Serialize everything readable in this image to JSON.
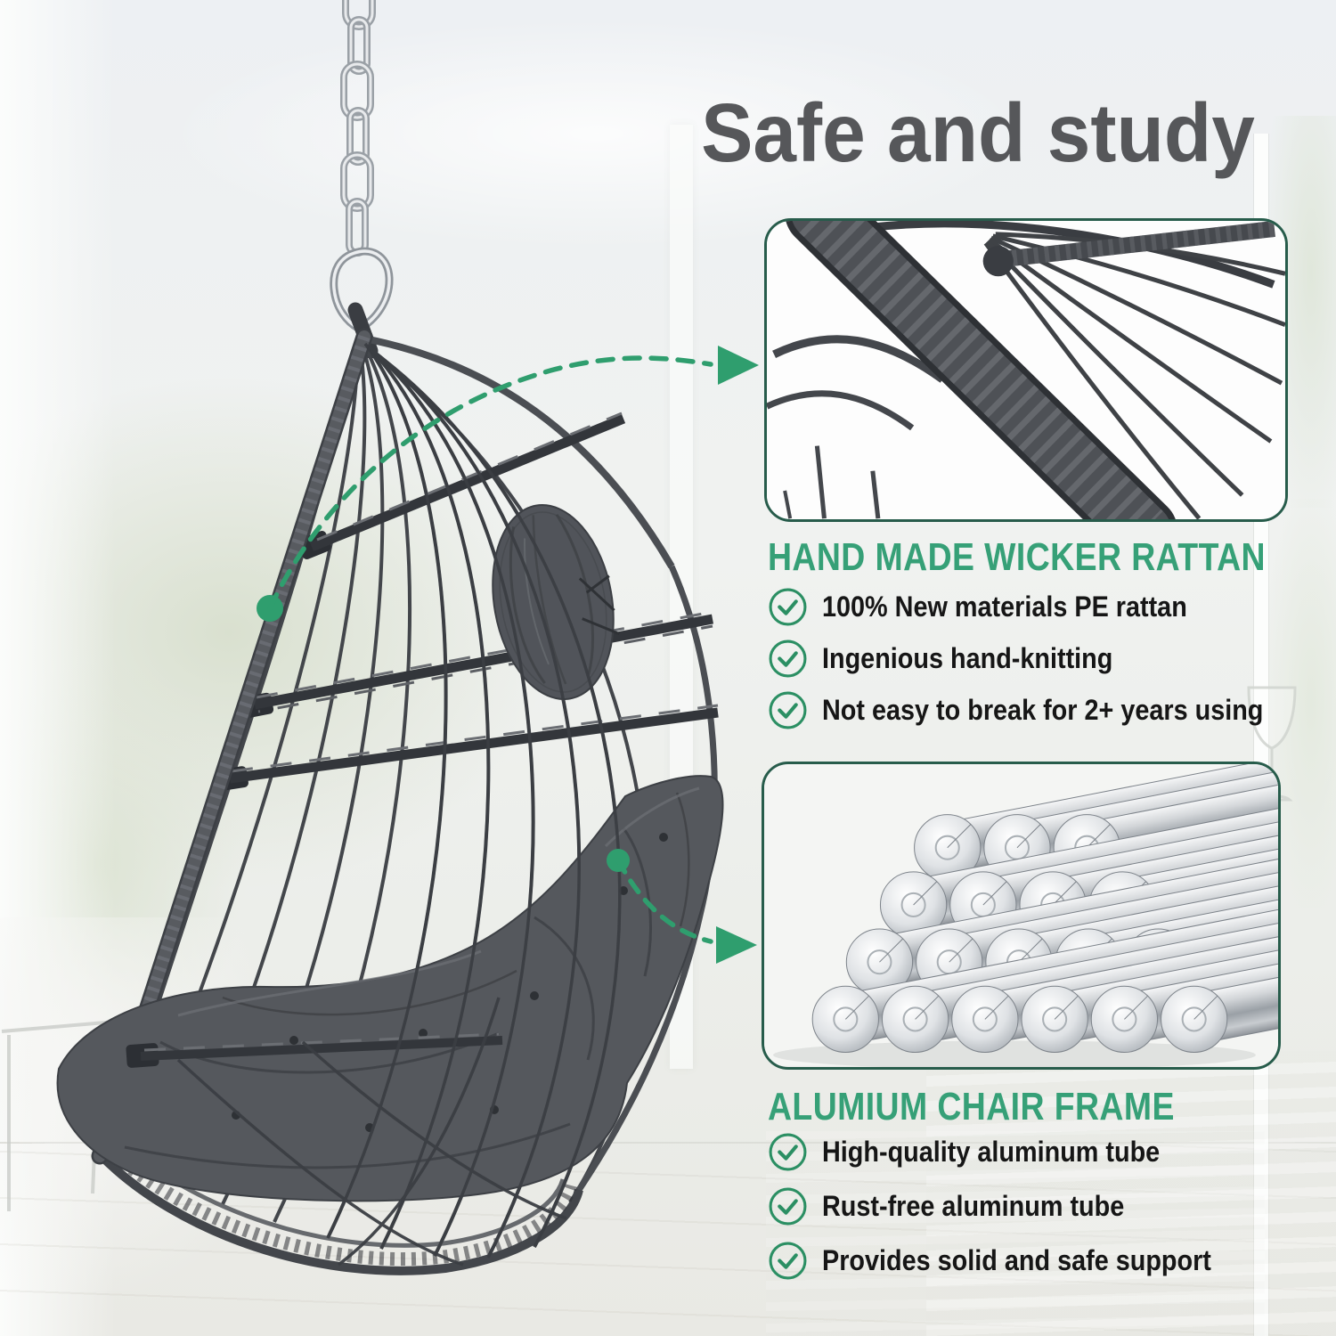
{
  "title": "Safe and study",
  "sections": [
    {
      "heading": "HAND MADE WICKER RATTAN",
      "bullets": [
        "100% New materials PE rattan",
        "Ingenious hand-knitting",
        "Not easy to break for 2+ years using"
      ]
    },
    {
      "heading": "ALUMIUM CHAIR FRAME",
      "bullets": [
        "High-quality aluminum tube",
        "Rust-free aluminum tube",
        "Provides solid and safe support"
      ]
    }
  ],
  "figures": {
    "main": "hanging-egg-swing-chair-with-gray-cushions-on-chain",
    "inset_top": "close-up-of-hand-woven-wicker-rattan-joint",
    "inset_bottom": "stack-of-polished-aluminum-tubes"
  },
  "icons": {
    "bullet": "check-circle-icon",
    "callout": "dashed-arrow-icon"
  },
  "colors": {
    "heading_green": "#36a077",
    "check_green": "#2b8f63",
    "arrow_green": "#2f9e6e",
    "inset_border": "#275c4b",
    "title_gray": "#56575a",
    "bullet_text": "#161616",
    "wicker_gray": "#4b4e53",
    "cushion_gray": "#55585d",
    "chain_silver": "#9aa0a6"
  }
}
